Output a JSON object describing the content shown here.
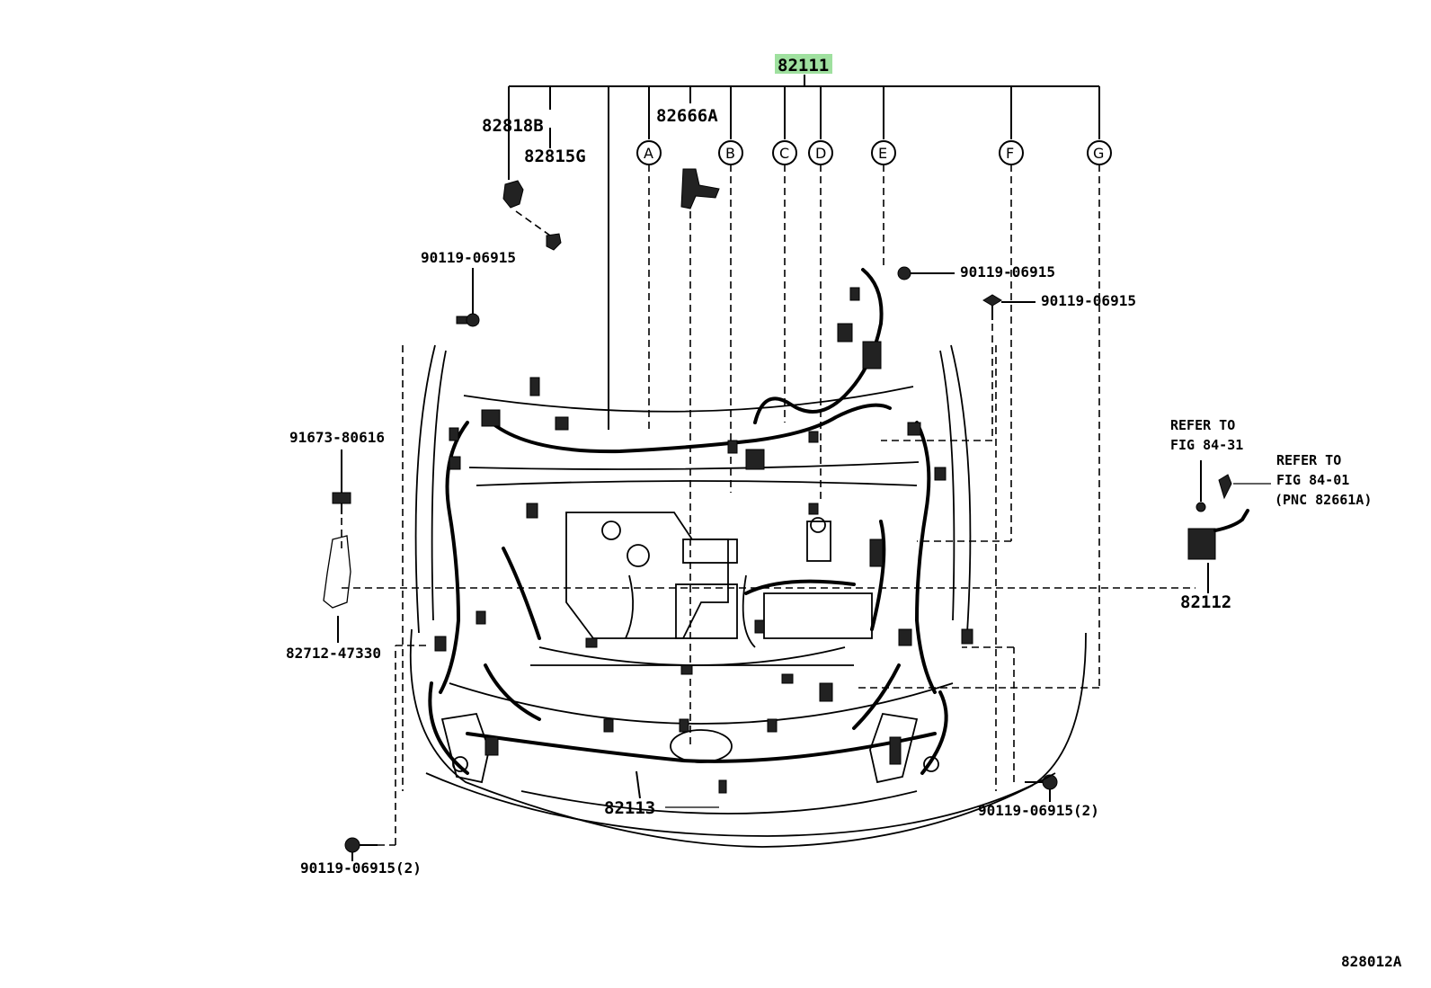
{
  "main_part": {
    "number": "82111",
    "highlight": "#9fe09f"
  },
  "callouts": [
    "A",
    "B",
    "C",
    "D",
    "E",
    "F",
    "G"
  ],
  "parts": {
    "p82818B": "82818B",
    "p82815G": "82815G",
    "p82666A": "82666A",
    "bolt_top_left": "90119-06915",
    "bolt_top_right_1": "90119-06915",
    "bolt_top_right_2": "90119-06915",
    "p91673": "91673-80616",
    "p82712": "82712-47330",
    "p82112": "82112",
    "p82113": "82113",
    "bolt_bottom_left": "90119-06915(2)",
    "bolt_bottom_right": "90119-06915(2)"
  },
  "refer": {
    "r1_line1": "REFER TO",
    "r1_line2": "FIG 84-31",
    "r2_line1": "REFER TO",
    "r2_line2": "FIG 84-01",
    "r2_line3": "(PNC 82661A)"
  },
  "figure_id": "828012A"
}
